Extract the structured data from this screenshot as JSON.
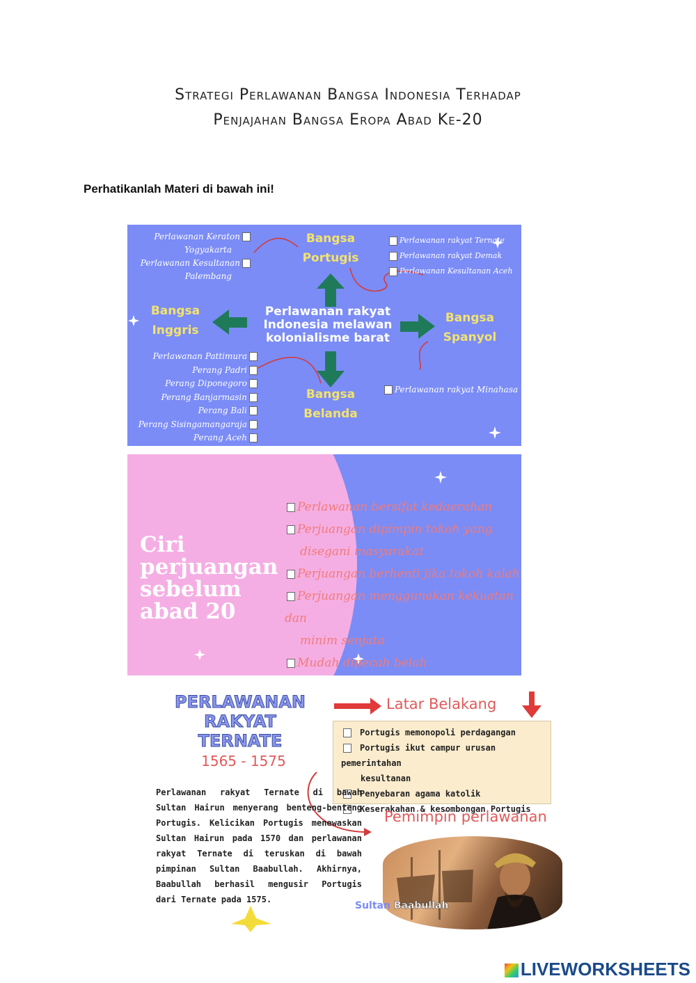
{
  "title": {
    "line1": "Strategi Perlawanan Bangsa Indonesia Terhadap",
    "line2": "Penjajahan Bangsa Eropa Abad Ke-20"
  },
  "instruction": "Perhatikanlah Materi di bawah ini!",
  "slide1": {
    "center": "Perlawanan rakyat Indonesia melawan kolonialisme barat",
    "portugis": {
      "line1": "Bangsa",
      "line2": "Portugis"
    },
    "inggris": {
      "line1": "Bangsa",
      "line2": "Inggris"
    },
    "spanyol": {
      "line1": "Bangsa",
      "line2": "Spanyol"
    },
    "belanda": {
      "line1": "Bangsa",
      "line2": "Belanda"
    },
    "inggris_list": [
      "Perlawanan Keraton",
      "Yogyakarta",
      "Perlawanan Kesultanan",
      "Palembang"
    ],
    "portugis_list": [
      "Perlawanan rakyat Ternate",
      "Perlawanan rakyat Demak",
      "Perlawanan Kesultanan Aceh"
    ],
    "belanda_list": [
      "Perlawanan Pattimura",
      "Perang Padri",
      "Perang Diponegoro",
      "Perang Banjarmasin",
      "Perang Bali",
      "Perang Sisingamangaraja",
      "Perang Aceh"
    ],
    "spanyol_list": [
      "Perlawanan rakyat Minahasa"
    ]
  },
  "slide2": {
    "heading": [
      "Ciri",
      "perjuangan",
      "sebelum",
      "abad 20"
    ],
    "items": [
      "Perlawanan bersifat kedaerahan",
      "Perjuangan dipimpin tokoh yang",
      "disegani masyarakat",
      "Perjuangan berhenti jika tokoh kalah",
      "Perjuangan menggunakan kekuatan dan",
      "minim senjata",
      "Mudah dipecah belah"
    ]
  },
  "section3": {
    "title": [
      "PERLAWANAN",
      "RAKYAT",
      "TERNATE"
    ],
    "years": "1565 - 1575",
    "latar": "Latar Belakang",
    "latar_items": [
      "Portugis memonopoli perdagangan",
      "Portugis ikut campur urusan pemerintahan",
      "kesultanan",
      "Penyebaran agama katolik",
      "Keserakahan & kesombongan Portugis"
    ],
    "body": "Perlawanan rakyat Ternate di bawah Sultan Hairun menyerang benteng-benteng Portugis. Kelicikan Portugis menewaskan Sultan Hairun pada 1570 dan perlawanan rakyat Ternate di teruskan di bawah pimpinan Sultan Baabullah. Akhirnya, Baabullah berhasil mengusir Portugis dari Ternate pada 1575.",
    "pemimpin": "Pemimpin perlawanan",
    "caption_first": "Sultan",
    "caption_second": "Baabullah"
  },
  "footer": "LIVEWORKSHEETS",
  "colors": {
    "slide_bg": "#7b8cf6",
    "pink": "#f5aee3",
    "yellow": "#f3e36b",
    "red": "#e05a5a",
    "arrow_green": "#1f7a5a"
  }
}
